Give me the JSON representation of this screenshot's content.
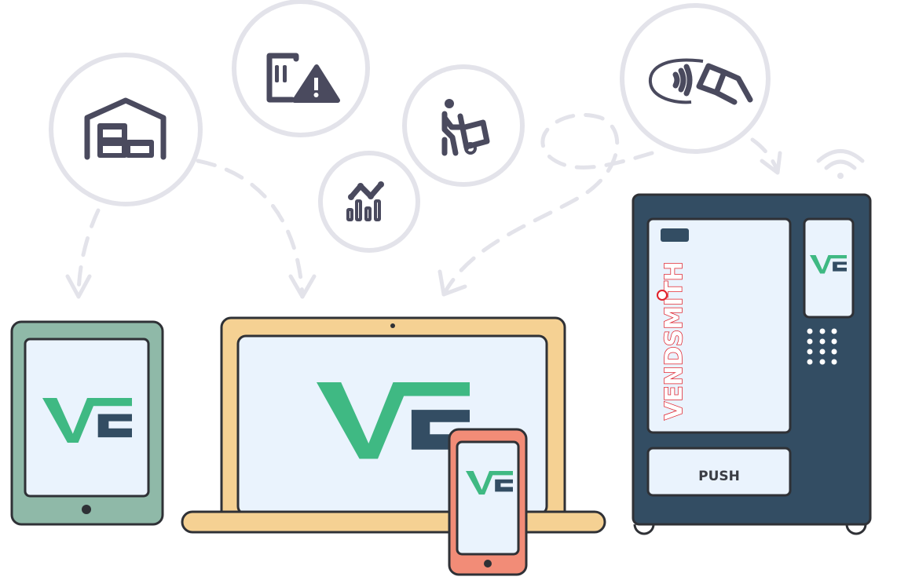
{
  "brand": {
    "name": "VENDSMITH",
    "logo_letters": "VE"
  },
  "vending_machine": {
    "push_label": "PUSH"
  },
  "colors": {
    "green": "#3fb983",
    "navy": "#334d63",
    "tablet": "#8fb9a8",
    "laptop": "#f5d193",
    "phone": "#f28c77",
    "screen": "#eaf3fd",
    "ring": "#e3e3ea",
    "icon": "#4a4a5e"
  },
  "icons": [
    "warehouse-icon",
    "inventory-alert-icon",
    "analytics-icon",
    "hand-truck-icon",
    "contactless-payment-icon",
    "wifi-icon"
  ]
}
